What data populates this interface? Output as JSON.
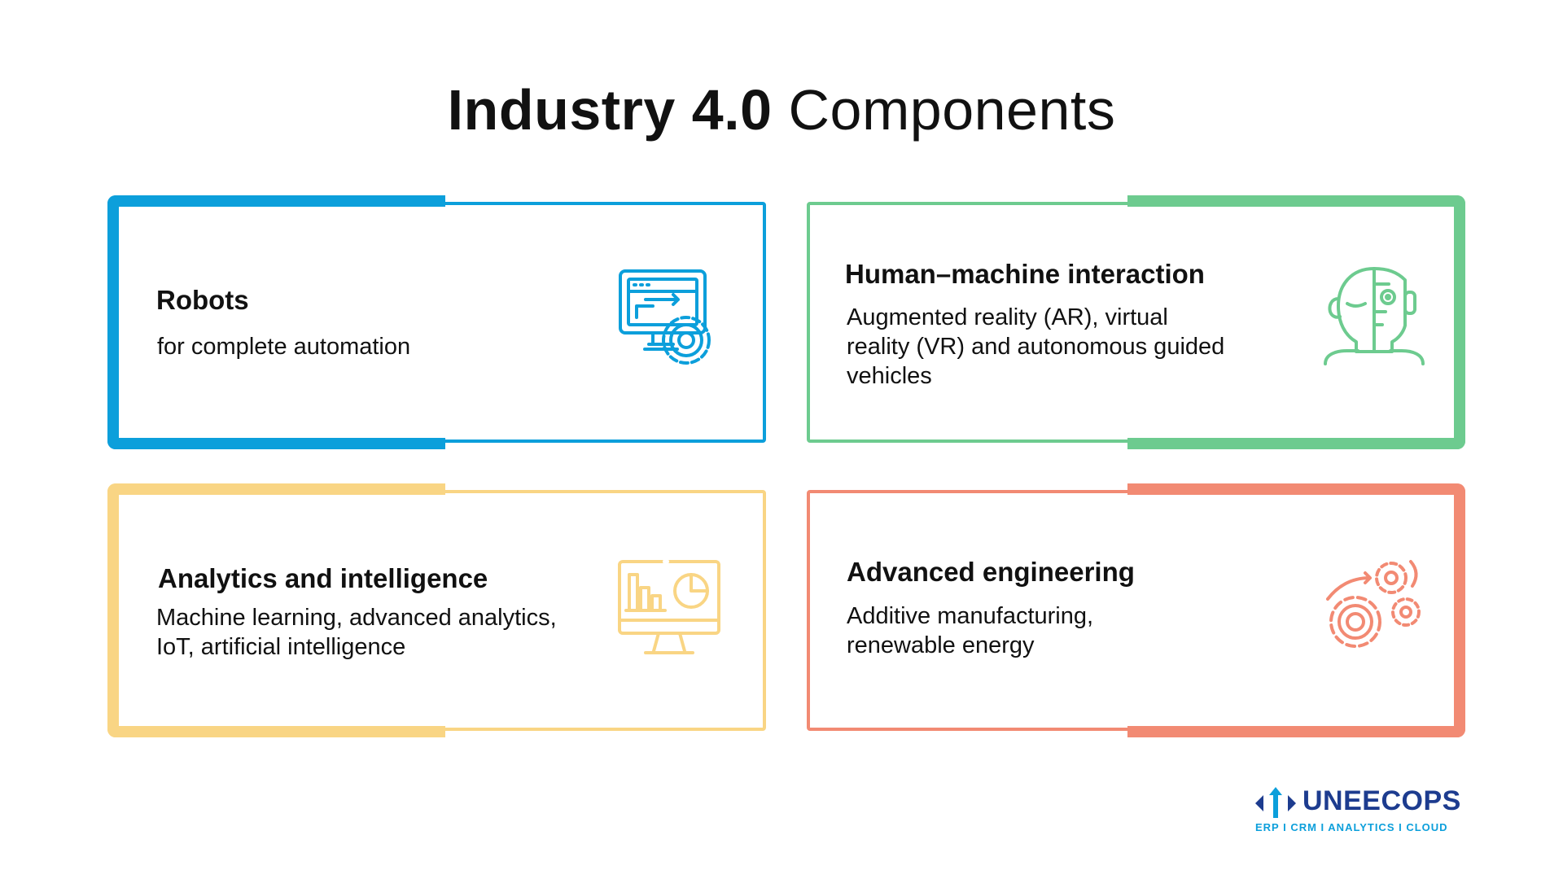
{
  "title": {
    "bold": "Industry 4.0",
    "regular": "Components"
  },
  "cards": [
    {
      "heading": "Robots",
      "description": "for complete automation",
      "color": "#0c9fdb",
      "icon": "monitor-gear-icon"
    },
    {
      "heading": "Human–machine interaction",
      "description": "Augmented reality (AR), virtual reality (VR) and autonomous guided vehicles",
      "color": "#6dcb8f",
      "icon": "robot-face-icon"
    },
    {
      "heading": "Analytics and intelligence",
      "description": "Machine learning, advanced analytics, IoT, artificial intelligence",
      "color": "#f9d584",
      "icon": "analytics-monitor-icon"
    },
    {
      "heading": "Advanced engineering",
      "description": "Additive manufacturing, renewable energy",
      "color": "#f28a73",
      "icon": "gears-icon"
    }
  ],
  "logo": {
    "brand": "UNEECOPS",
    "tagline": "ERP  I  CRM  I  ANALYTICS  I  CLOUD",
    "color": "#1d3c8f"
  }
}
